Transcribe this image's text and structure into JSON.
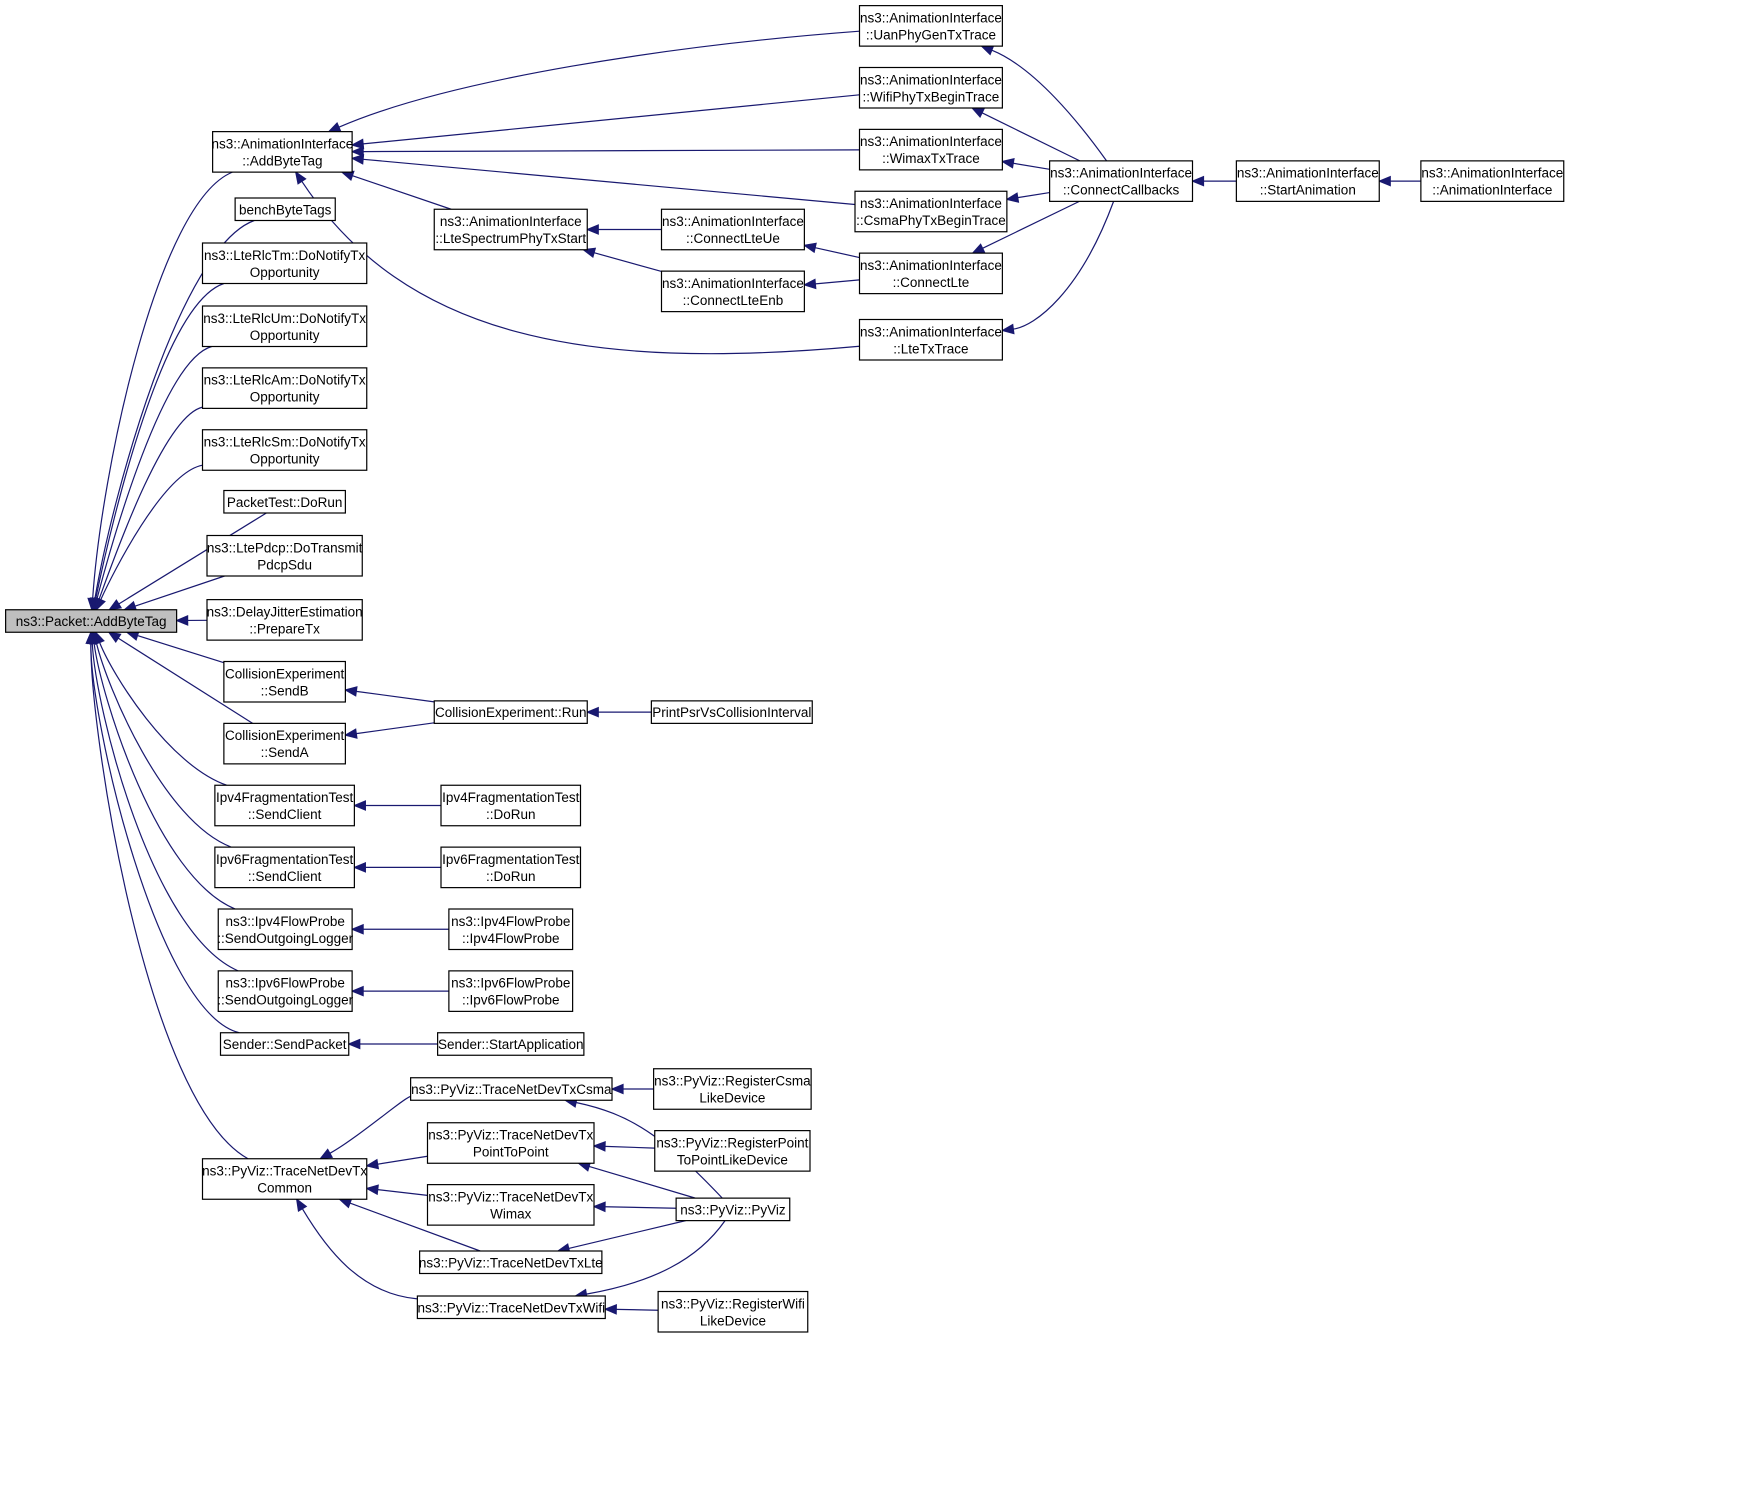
{
  "diagram": {
    "nodes": [
      {
        "id": "root",
        "lines": [
          "ns3::Packet::AddByteTag"
        ],
        "root": true
      },
      {
        "id": "addbytetag_ai",
        "lines": [
          "ns3::AnimationInterface",
          "::AddByteTag"
        ]
      },
      {
        "id": "benchbytetags",
        "lines": [
          "benchByteTags"
        ]
      },
      {
        "id": "rlctm",
        "lines": [
          "ns3::LteRlcTm::DoNotifyTx",
          "Opportunity"
        ]
      },
      {
        "id": "rlcum",
        "lines": [
          "ns3::LteRlcUm::DoNotifyTx",
          "Opportunity"
        ]
      },
      {
        "id": "rlcam",
        "lines": [
          "ns3::LteRlcAm::DoNotifyTx",
          "Opportunity"
        ]
      },
      {
        "id": "rlcsm",
        "lines": [
          "ns3::LteRlcSm::DoNotifyTx",
          "Opportunity"
        ]
      },
      {
        "id": "packettest",
        "lines": [
          "PacketTest::DoRun"
        ]
      },
      {
        "id": "ltepdcp",
        "lines": [
          "ns3::LtePdcp::DoTransmit",
          "PdcpSdu"
        ]
      },
      {
        "id": "delayjitter",
        "lines": [
          "ns3::DelayJitterEstimation",
          "::PrepareTx"
        ]
      },
      {
        "id": "sendb",
        "lines": [
          "CollisionExperiment",
          "::SendB"
        ]
      },
      {
        "id": "senda",
        "lines": [
          "CollisionExperiment",
          "::SendA"
        ]
      },
      {
        "id": "ipv4frag_send",
        "lines": [
          "Ipv4FragmentationTest",
          "::SendClient"
        ]
      },
      {
        "id": "ipv6frag_send",
        "lines": [
          "Ipv6FragmentationTest",
          "::SendClient"
        ]
      },
      {
        "id": "ipv4flow_send",
        "lines": [
          "ns3::Ipv4FlowProbe",
          "::SendOutgoingLogger"
        ]
      },
      {
        "id": "ipv6flow_send",
        "lines": [
          "ns3::Ipv6FlowProbe",
          "::SendOutgoingLogger"
        ]
      },
      {
        "id": "sender_send",
        "lines": [
          "Sender::SendPacket"
        ]
      },
      {
        "id": "pyviz_common",
        "lines": [
          "ns3::PyViz::TraceNetDevTx",
          "Common"
        ]
      },
      {
        "id": "ltespectrum",
        "lines": [
          "ns3::AnimationInterface",
          "::LteSpectrumPhyTxStart"
        ]
      },
      {
        "id": "collision_run",
        "lines": [
          "CollisionExperiment::Run"
        ]
      },
      {
        "id": "ipv4frag_run",
        "lines": [
          "Ipv4FragmentationTest",
          "::DoRun"
        ]
      },
      {
        "id": "ipv6frag_run",
        "lines": [
          "Ipv6FragmentationTest",
          "::DoRun"
        ]
      },
      {
        "id": "ipv4flowprobe",
        "lines": [
          "ns3::Ipv4FlowProbe",
          "::Ipv4FlowProbe"
        ]
      },
      {
        "id": "ipv6flowprobe",
        "lines": [
          "ns3::Ipv6FlowProbe",
          "::Ipv6FlowProbe"
        ]
      },
      {
        "id": "sender_start",
        "lines": [
          "Sender::StartApplication"
        ]
      },
      {
        "id": "pyviz_csma",
        "lines": [
          "ns3::PyViz::TraceNetDevTxCsma"
        ]
      },
      {
        "id": "pyviz_p2p",
        "lines": [
          "ns3::PyViz::TraceNetDevTx",
          "PointToPoint"
        ]
      },
      {
        "id": "pyviz_wimax",
        "lines": [
          "ns3::PyViz::TraceNetDevTx",
          "Wimax"
        ]
      },
      {
        "id": "pyviz_lte",
        "lines": [
          "ns3::PyViz::TraceNetDevTxLte"
        ]
      },
      {
        "id": "pyviz_wifi",
        "lines": [
          "ns3::PyViz::TraceNetDevTxWifi"
        ]
      },
      {
        "id": "connectlteue",
        "lines": [
          "ns3::AnimationInterface",
          "::ConnectLteUe"
        ]
      },
      {
        "id": "connectlteenb",
        "lines": [
          "ns3::AnimationInterface",
          "::ConnectLteEnb"
        ]
      },
      {
        "id": "printpsr",
        "lines": [
          "PrintPsrVsCollisionInterval"
        ]
      },
      {
        "id": "reg_csma",
        "lines": [
          "ns3::PyViz::RegisterCsma",
          "LikeDevice"
        ]
      },
      {
        "id": "reg_p2p",
        "lines": [
          "ns3::PyViz::RegisterPoint",
          "ToPointLikeDevice"
        ]
      },
      {
        "id": "pyviz_pyviz",
        "lines": [
          "ns3::PyViz::PyViz"
        ]
      },
      {
        "id": "reg_wifi",
        "lines": [
          "ns3::PyViz::RegisterWifi",
          "LikeDevice"
        ]
      },
      {
        "id": "uanphy",
        "lines": [
          "ns3::AnimationInterface",
          "::UanPhyGenTxTrace"
        ]
      },
      {
        "id": "wifiphy",
        "lines": [
          "ns3::AnimationInterface",
          "::WifiPhyTxBeginTrace"
        ]
      },
      {
        "id": "wimaxtx",
        "lines": [
          "ns3::AnimationInterface",
          "::WimaxTxTrace"
        ]
      },
      {
        "id": "csmaphy",
        "lines": [
          "ns3::AnimationInterface",
          "::CsmaPhyTxBeginTrace"
        ]
      },
      {
        "id": "connectlte",
        "lines": [
          "ns3::AnimationInterface",
          "::ConnectLte"
        ]
      },
      {
        "id": "ltetx",
        "lines": [
          "ns3::AnimationInterface",
          "::LteTxTrace"
        ]
      },
      {
        "id": "connectcallbacks",
        "lines": [
          "ns3::AnimationInterface",
          "::ConnectCallbacks"
        ]
      },
      {
        "id": "startanimation",
        "lines": [
          "ns3::AnimationInterface",
          "::StartAnimation"
        ]
      },
      {
        "id": "ai_ctor",
        "lines": [
          "ns3::AnimationInterface",
          "::AnimationInterface"
        ]
      }
    ],
    "edges": [
      [
        "addbytetag_ai",
        "root"
      ],
      [
        "benchbytetags",
        "root"
      ],
      [
        "rlctm",
        "root"
      ],
      [
        "rlcum",
        "root"
      ],
      [
        "rlcam",
        "root"
      ],
      [
        "rlcsm",
        "root"
      ],
      [
        "packettest",
        "root"
      ],
      [
        "ltepdcp",
        "root"
      ],
      [
        "delayjitter",
        "root"
      ],
      [
        "sendb",
        "root"
      ],
      [
        "senda",
        "root"
      ],
      [
        "ipv4frag_send",
        "root"
      ],
      [
        "ipv6frag_send",
        "root"
      ],
      [
        "ipv4flow_send",
        "root"
      ],
      [
        "ipv6flow_send",
        "root"
      ],
      [
        "sender_send",
        "root"
      ],
      [
        "pyviz_common",
        "root"
      ],
      [
        "uanphy",
        "addbytetag_ai"
      ],
      [
        "wifiphy",
        "addbytetag_ai"
      ],
      [
        "wimaxtx",
        "addbytetag_ai"
      ],
      [
        "csmaphy",
        "addbytetag_ai"
      ],
      [
        "ltespectrum",
        "addbytetag_ai"
      ],
      [
        "ltetx",
        "addbytetag_ai"
      ],
      [
        "connectlteue",
        "ltespectrum"
      ],
      [
        "connectlteenb",
        "ltespectrum"
      ],
      [
        "connectlte",
        "connectlteue"
      ],
      [
        "connectlte",
        "connectlteenb"
      ],
      [
        "connectcallbacks",
        "uanphy"
      ],
      [
        "connectcallbacks",
        "wifiphy"
      ],
      [
        "connectcallbacks",
        "wimaxtx"
      ],
      [
        "connectcallbacks",
        "csmaphy"
      ],
      [
        "connectcallbacks",
        "connectlte"
      ],
      [
        "connectcallbacks",
        "ltetx"
      ],
      [
        "startanimation",
        "connectcallbacks"
      ],
      [
        "ai_ctor",
        "startanimation"
      ],
      [
        "collision_run",
        "sendb"
      ],
      [
        "collision_run",
        "senda"
      ],
      [
        "printpsr",
        "collision_run"
      ],
      [
        "ipv4frag_run",
        "ipv4frag_send"
      ],
      [
        "ipv6frag_run",
        "ipv6frag_send"
      ],
      [
        "ipv4flowprobe",
        "ipv4flow_send"
      ],
      [
        "ipv6flowprobe",
        "ipv6flow_send"
      ],
      [
        "sender_start",
        "sender_send"
      ],
      [
        "pyviz_csma",
        "pyviz_common"
      ],
      [
        "pyviz_p2p",
        "pyviz_common"
      ],
      [
        "pyviz_wimax",
        "pyviz_common"
      ],
      [
        "pyviz_lte",
        "pyviz_common"
      ],
      [
        "pyviz_wifi",
        "pyviz_common"
      ],
      [
        "reg_csma",
        "pyviz_csma"
      ],
      [
        "reg_p2p",
        "pyviz_p2p"
      ],
      [
        "reg_wifi",
        "pyviz_wifi"
      ],
      [
        "pyviz_pyviz",
        "pyviz_csma"
      ],
      [
        "pyviz_pyviz",
        "pyviz_p2p"
      ],
      [
        "pyviz_pyviz",
        "pyviz_wimax"
      ],
      [
        "pyviz_pyviz",
        "pyviz_lte"
      ],
      [
        "pyviz_pyviz",
        "pyviz_wifi"
      ]
    ]
  }
}
